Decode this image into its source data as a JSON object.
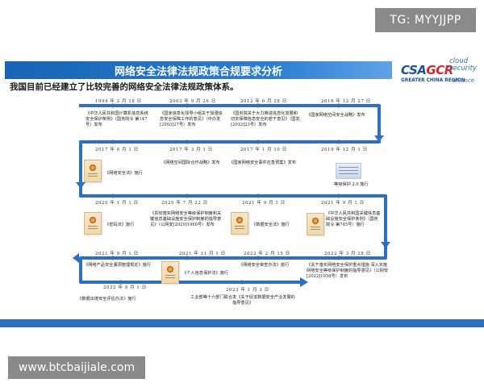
{
  "overlay": {
    "tg_label": "TG: MYYJJPP",
    "website": "www.btcbaijiale.com"
  },
  "slide": {
    "title": "网络安全法律法规政策合规要求分析",
    "subtitle": "我国目前已经建立了比较完善的网络安全法律法规政策体系。",
    "logo": {
      "main_csa": "CSA",
      "main_gcr": "GCR",
      "side_text": "cloud security",
      "sub_text": "GREATER CHINA REGION",
      "sub2_text": "alliance"
    }
  },
  "timeline": {
    "row1": [
      {
        "date": "1994 年 2 月 18 日",
        "label": "《中华人民共和国计算机信息系统安全保护条例》（国务院令 第147号）发布"
      },
      {
        "date": "2003 年 9 月 26 日",
        "label": "《国家信息化领导小组关于加强信息安全保障工作的意见》（中办发[2003]27号）发布"
      },
      {
        "date": "2012 年 6 月 28 日",
        "label": "《国务院关于大力推进信息化发展和切实保障信息安全的若干意见》（国发[2012]23号）发布"
      },
      {
        "date": "2016 年 12 月 27 日",
        "label": "《国家网络空间安全战略》发布"
      }
    ],
    "row2": [
      {
        "date": "2017 年 6 月 1 日",
        "label": "《网络安全法》施行"
      },
      {
        "date": "2017 年 3 月 1 日",
        "label": "《网络空间国际合作战略》发布"
      },
      {
        "date": "2017 年 1 月 10 日",
        "label": "《国家网络安全事件应急预案》发布"
      },
      {
        "date": "2019 年 12 月 1 日",
        "label": "等级保护 2.0 施行"
      }
    ],
    "row3": [
      {
        "date": "2020 年 1 月 1 日",
        "label": "《密码法》施行"
      },
      {
        "date": "2020 年 7 月 22 日",
        "label": "《贯彻落实网络安全等级保护制度和关键信息基础设施安全保护制度的指导意见》（公网安[2020]1960号）发布"
      },
      {
        "date": "2021 年 9 月 1 日",
        "label": "《数据安全法》施行"
      },
      {
        "date": "2021 年 9 月 1 日",
        "label": "《中华人民共和国关键信息基础设施安全保护条例》（国务院令 第745号）施行"
      }
    ],
    "row4": [
      {
        "date": "2021 年 9 月 1 日",
        "label": "《网络产品安全漏洞管理规定》施行"
      },
      {
        "date": "2021 年 11 月 1 日",
        "label": "《个人信息保护法》施行"
      },
      {
        "date": "2022 年 2 月 15 日",
        "label": "《网络安全审查办法》施行"
      },
      {
        "date": "2022 年 3 月 28 日",
        "label": "《关于落实网络安全保护重点措施 深入实施网络安全等级保护制度的指导意见》（公网安[2022]1058号）发布"
      }
    ],
    "row5": [
      {
        "date": "2022 年 9 月 1 日",
        "label": "《数据出境安全评估办法》施行"
      },
      {
        "date": "2023 年 1 月 3 日",
        "label": "工业部等十六部门联合发《关于促进数据安全产业发展的指导意见》"
      }
    ]
  },
  "colors": {
    "line": "#2d6fc0",
    "title_bar": "#1763b5",
    "accent_red": "#d62828"
  }
}
